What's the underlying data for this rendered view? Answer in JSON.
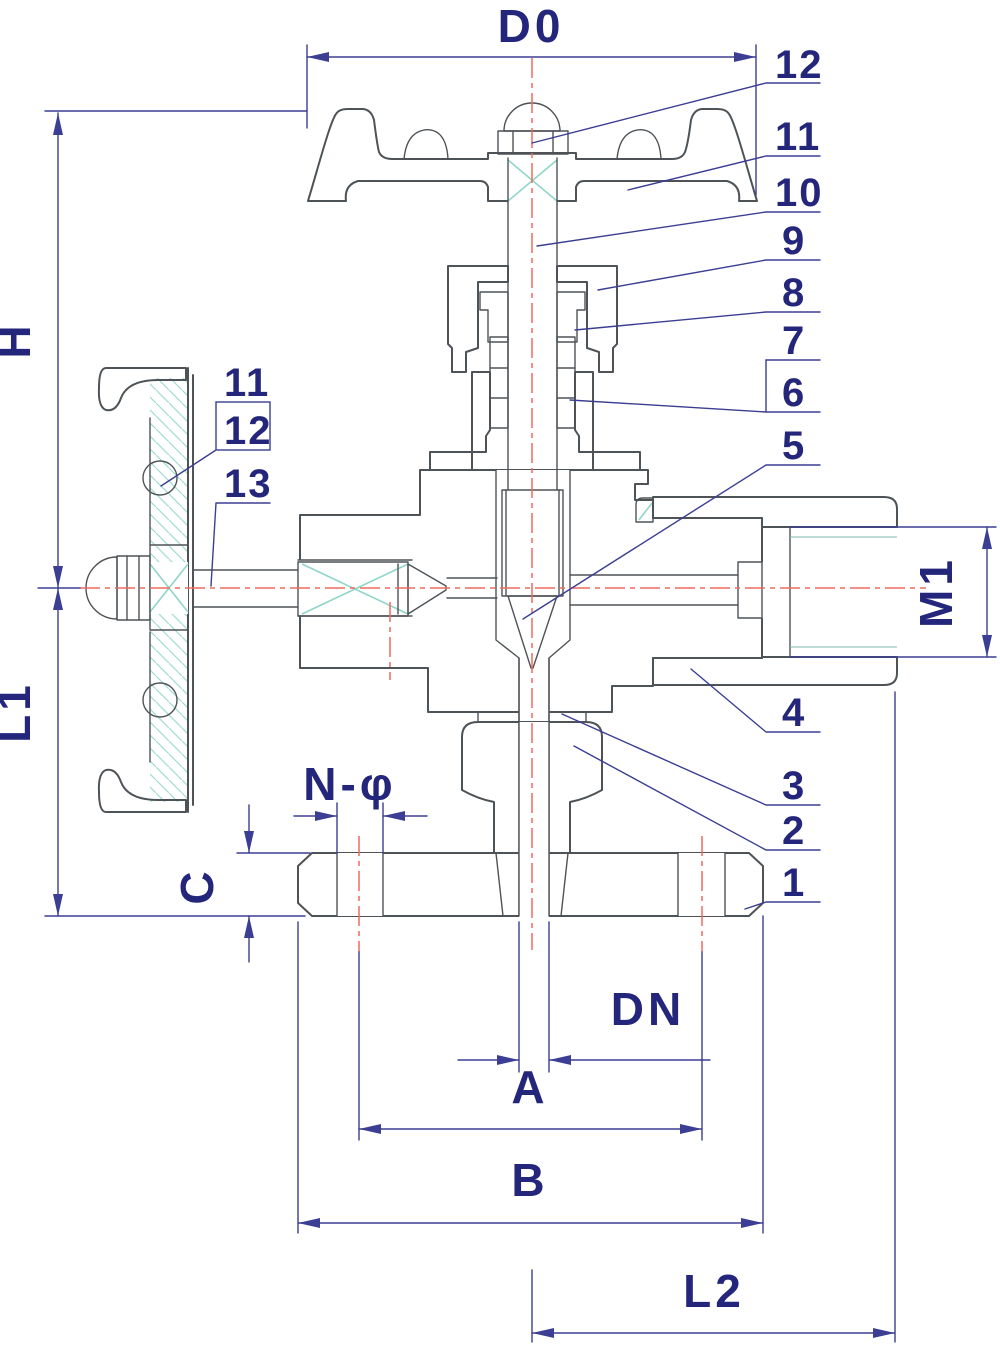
{
  "dimensions": {
    "d0": "D0",
    "h": "H",
    "l1": "L1",
    "m1": "M1",
    "c": "C",
    "n_phi": "N-φ",
    "dn": "DN",
    "a": "A",
    "b": "B",
    "l2": "L2"
  },
  "callouts_right": [
    "12",
    "11",
    "10",
    "9",
    "8",
    "7",
    "6",
    "5",
    "4",
    "3",
    "2",
    "1"
  ],
  "callouts_left": [
    "11",
    "12",
    "13"
  ],
  "colors": {
    "dimension_navy": "#3b3e92",
    "label_navy": "#23267b",
    "outline_gray": "#4e5357",
    "hatch_teal": "#a4ddd1",
    "centerline_red": "#ee6a5f",
    "background": "#ffffff"
  }
}
